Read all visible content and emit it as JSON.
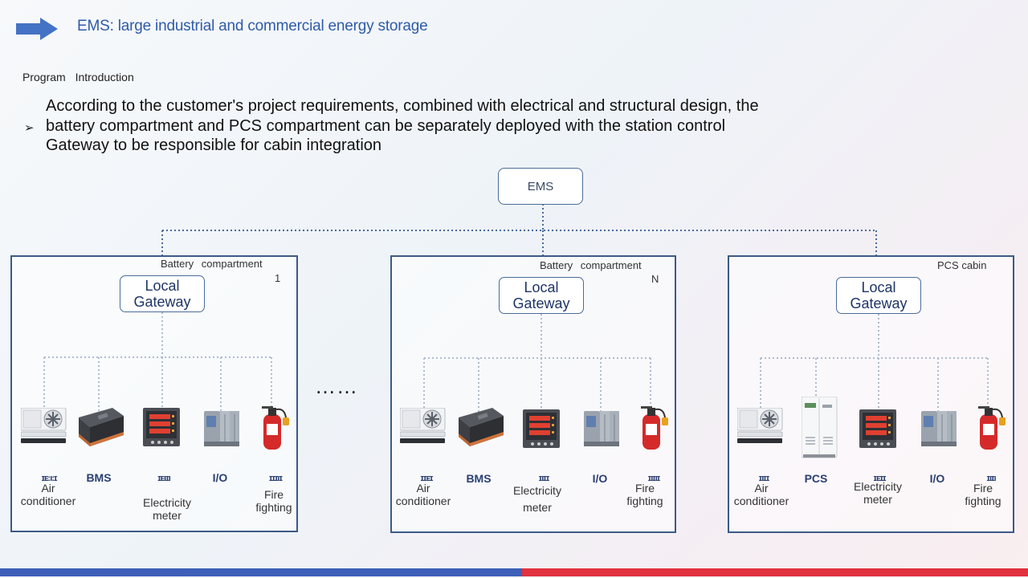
{
  "header": {
    "title": "EMS: large industrial and commercial energy storage",
    "subtitle": "Program Introduction",
    "arrow_color": "#4472c4"
  },
  "intro": {
    "bullet": "➢",
    "text": "According to the customer's project requirements, combined with electrical and structural design, the battery compartment and PCS compartment can be separately deployed with the station control Gateway to be responsible for cabin integration"
  },
  "diagram": {
    "ems_label": "EMS",
    "ellipsis": "……",
    "cabins": [
      {
        "label": "Battery compartment",
        "number": "1",
        "gateway": "Local Gateway",
        "devices": {
          "air_glyph": "ɪᴇ:ı:ɪ",
          "air_label": "Air conditioner",
          "bms_label": "BMS",
          "meter_glyph": "ɪᴇıɪı",
          "meter_label": "Electricity meter",
          "io_label": "I/O",
          "fire_glyph": "ɪɪɪıɪ",
          "fire_label": "Fire fighting"
        }
      },
      {
        "label": "Battery compartment",
        "number": "N",
        "gateway": "Local Gateway",
        "devices": {
          "air_glyph": "ɪɪᴇɪ",
          "air_label": "Air conditioner",
          "bms_label": "BMS",
          "meter_glyph": "ɪıɪɪ",
          "meter_label": "Electricity meter",
          "io_label": "I/O",
          "fire_glyph": "ɪıɪıɪ",
          "fire_label": "Fire fighting"
        }
      },
      {
        "label": "PCS cabin",
        "number": "",
        "gateway": "Local Gateway",
        "devices": {
          "air_glyph": "ɪıɪɪ",
          "air_label": "Air conditioner",
          "pcs_label": "PCS",
          "meter_glyph": "ɪᴇɪɪ",
          "meter_label": "Electricity meter",
          "io_label": "I/O",
          "fire_glyph": "ɪıɪı",
          "fire_label": "Fire fighting"
        }
      }
    ]
  },
  "colors": {
    "box_border": "#3c5a86",
    "connector": "#4a6b9a",
    "bar_blue": "#3e5fb8",
    "bar_red": "#e2323f"
  }
}
